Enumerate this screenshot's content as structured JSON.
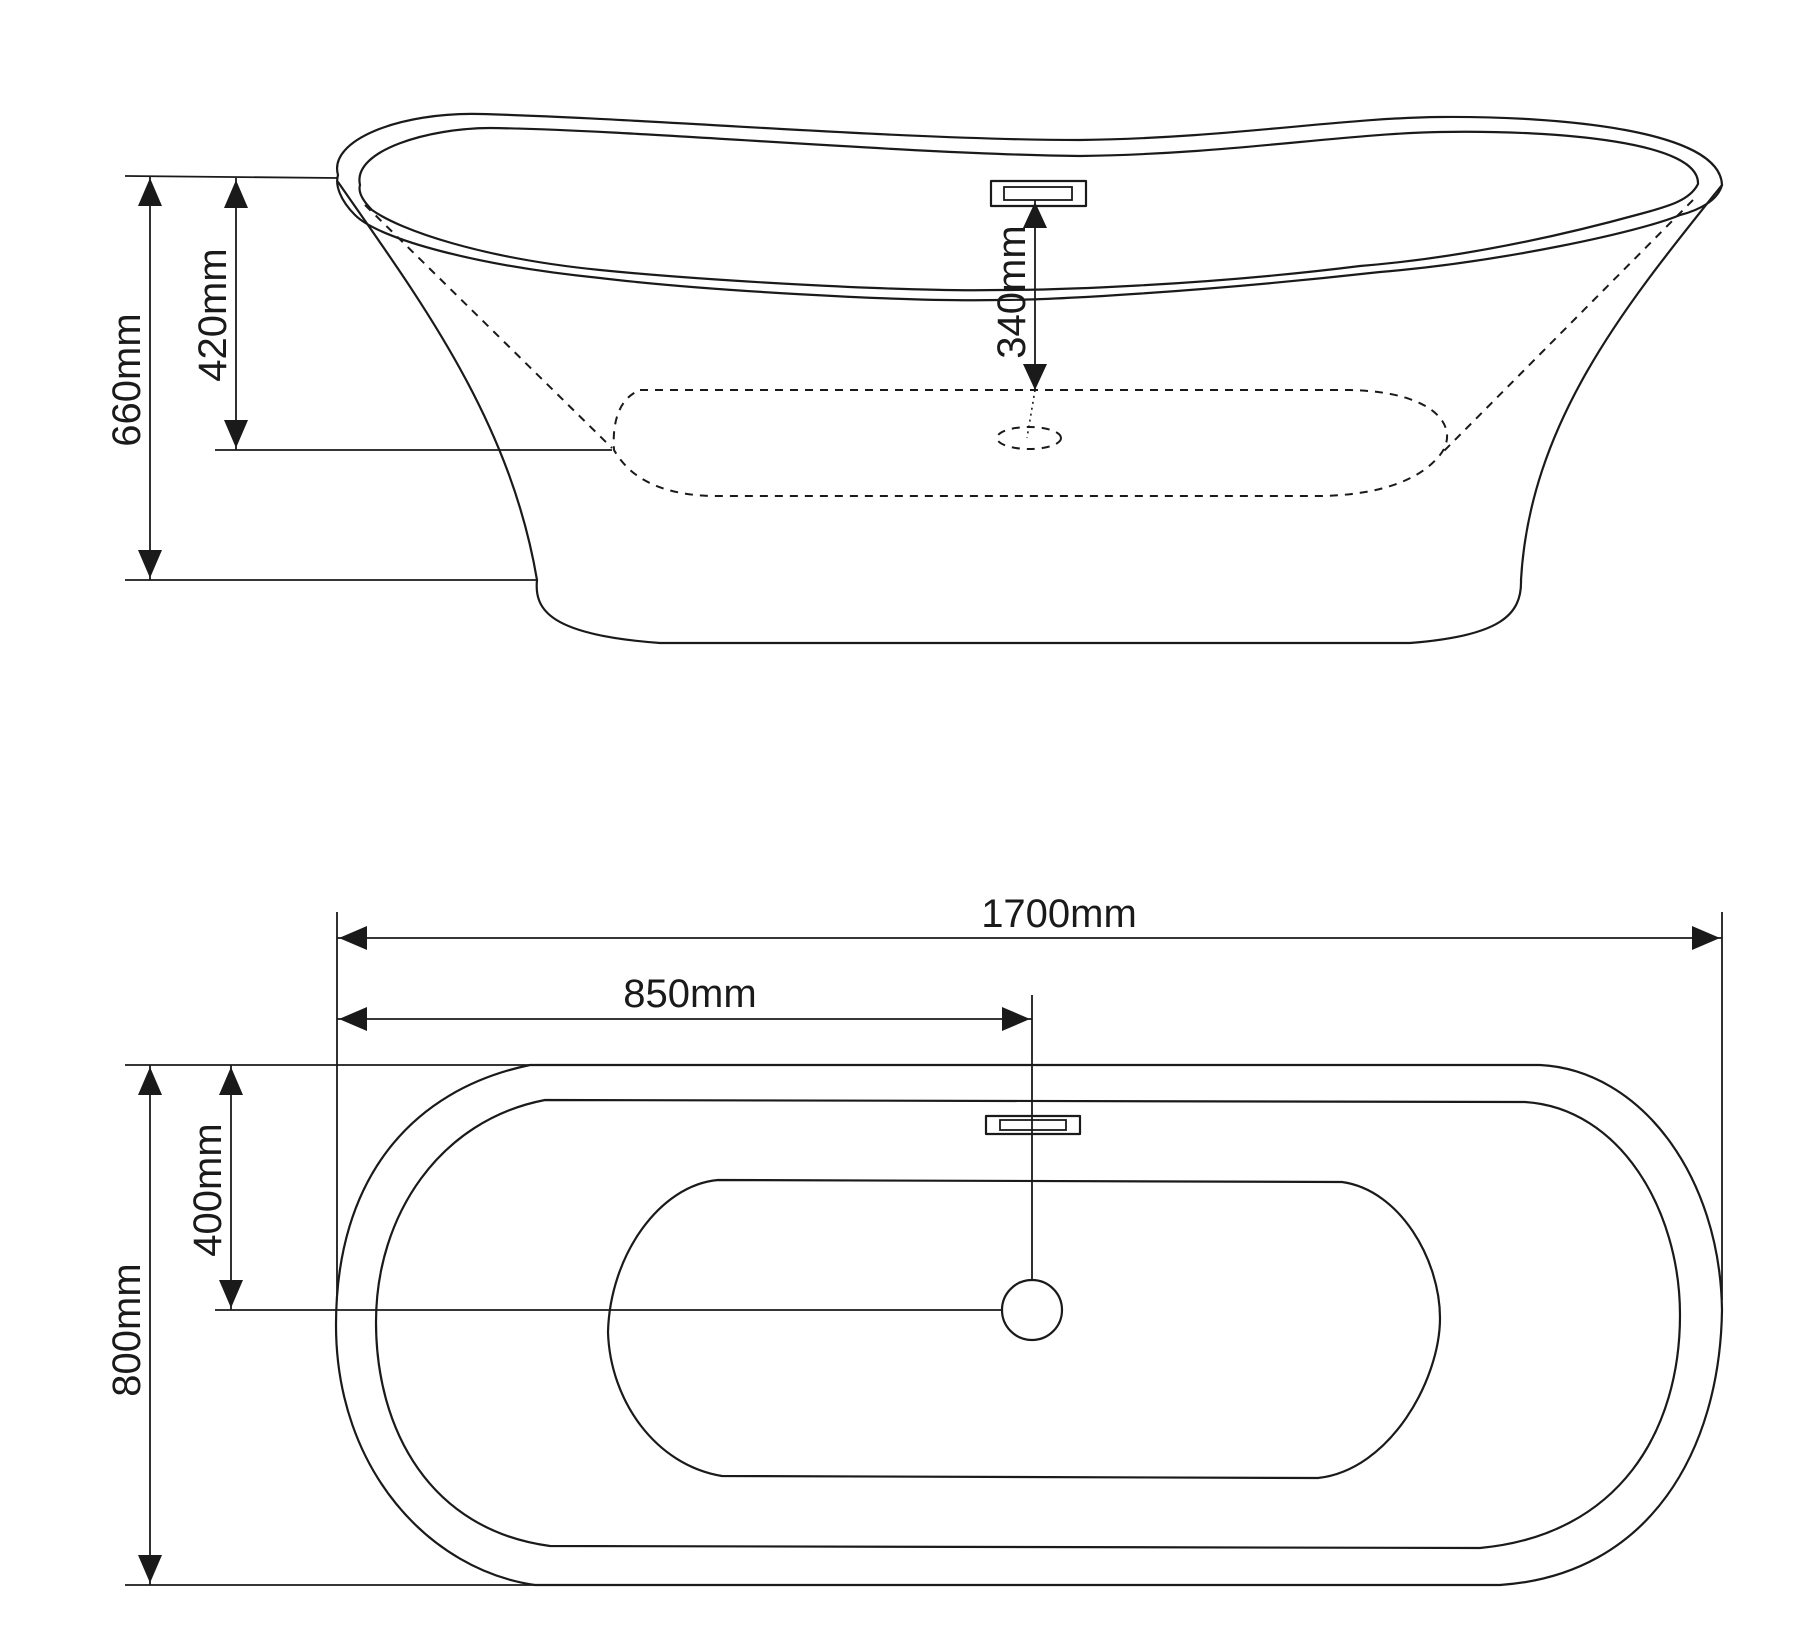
{
  "side_view": {
    "total_height_label": "660mm",
    "floor_height_label": "420mm",
    "drain_depth_label": "340mm"
  },
  "top_view": {
    "length_label": "1700mm",
    "drain_offset_label": "850mm",
    "width_label": "800mm",
    "half_width_label": "400mm"
  },
  "colors": {
    "line": "#1a1a1a",
    "background": "#ffffff"
  }
}
